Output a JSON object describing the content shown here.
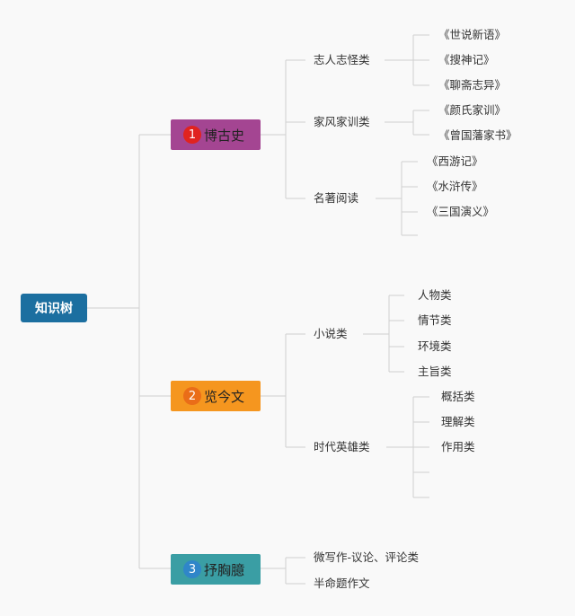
{
  "root": {
    "label": "知识树"
  },
  "branches": [
    {
      "number": "1",
      "label": "博古史",
      "color": "#a44592",
      "badge_color": "#e0231f",
      "children": [
        {
          "label": "志人志怪类",
          "children": [
            "《世说新语》",
            "《搜神记》",
            "《聊斋志异》"
          ]
        },
        {
          "label": "家风家训类",
          "children": [
            "《颜氏家训》",
            "《曾国藩家书》"
          ]
        },
        {
          "label": "名著阅读",
          "children": [
            "《西游记》",
            "《水浒传》",
            "《三国演义》"
          ]
        }
      ]
    },
    {
      "number": "2",
      "label": "览今文",
      "color": "#f5961f",
      "badge_color": "#ea6d18",
      "children": [
        {
          "label": "小说类",
          "children": [
            "人物类",
            "情节类",
            "环境类",
            "主旨类"
          ]
        },
        {
          "label": "时代英雄类",
          "children": [
            "概括类",
            "理解类",
            "作用类"
          ]
        }
      ]
    },
    {
      "number": "3",
      "label": "抒胸臆",
      "color": "#3a9ea4",
      "badge_color": "#2f86c9",
      "children": [
        {
          "label": "微写作-议论、评论类",
          "children": []
        },
        {
          "label": "半命题作文",
          "children": []
        }
      ]
    }
  ]
}
